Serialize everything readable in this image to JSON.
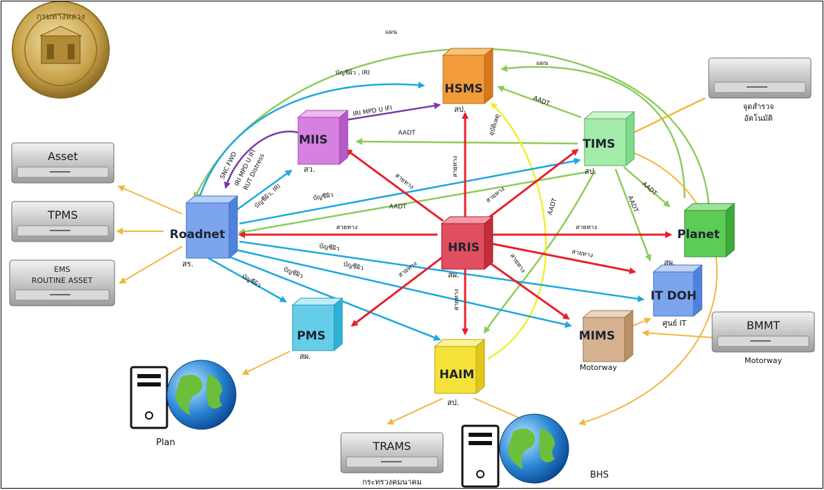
{
  "logo": {
    "text": "กรมทางหลวง"
  },
  "systems": {
    "hsms": {
      "name": "HSMS",
      "sub": "สป."
    },
    "miis": {
      "name": "MIIS",
      "sub": "สว."
    },
    "tims": {
      "name": "TIMS",
      "sub": "สป."
    },
    "roadnet": {
      "name": "Roadnet",
      "sub": "สร."
    },
    "hris": {
      "name": "HRIS",
      "sub": "สผ."
    },
    "planet": {
      "name": "Planet",
      "sub": "สผ."
    },
    "itdoh": {
      "name": "IT DOH",
      "sub": "ศูนย์ IT"
    },
    "pms": {
      "name": "PMS",
      "sub": "สผ."
    },
    "mims": {
      "name": "MIMS",
      "sub": "Motorway"
    },
    "haim": {
      "name": "HAIM",
      "sub": "สป."
    }
  },
  "servers": {
    "asset": {
      "name": "Asset"
    },
    "tpms": {
      "name": "TPMS"
    },
    "ems": {
      "line1": "EMS",
      "line2": "ROUTINE ASSET"
    },
    "trams": {
      "name": "TRAMS",
      "caption": "กระทรวงคมนาคม"
    },
    "bmmt": {
      "name": "BMMT",
      "caption": "Motorway"
    },
    "survey": {
      "line1": "จุดสำรวจ",
      "line2": "อัตโนมัติ"
    }
  },
  "external": {
    "plan": {
      "label": "Plan"
    },
    "bhs": {
      "label": "BHS"
    }
  },
  "edge_labels": {
    "plan_top": "แผน",
    "plan_right": "แผน",
    "account_iri": "บัญชีผิว , IRI",
    "iri_mpd_ifi": "IRI MPD U IFI",
    "aadt_tims_hsms": "AADT",
    "accident": "อุบัติเหตุ",
    "aadt_tims_miis": "AADT",
    "snc_fwd": "SNC FWD",
    "iri_rut_line1": "IRI MPD U IFI",
    "iri_rut_line2": "RUT Distress",
    "account_iri_small": "บัญชีผิว, IRI",
    "route_hris_miis": "สายทาง",
    "route_hris_hsms": "สายทาง",
    "route_hris_tims": "สายทาง",
    "account_road_tims": "บัญชีผิว",
    "aadt_tims_road": "AADT",
    "route_hris_road": "สายทาง",
    "route_hris_planet": "สายทาง",
    "route_hris_itdoh": "สายทาง",
    "aadt_tims_planet": "AADT",
    "aadt_tims_itdoh": "AADT",
    "aadt_tims_haim": "AADT",
    "account_road_itdoh": "บัญชีผิว",
    "account_road_mims": "บัญชีผิว",
    "account_road_haim": "บัญชีผิว",
    "account_road_pms": "บัญชีผิว",
    "route_hris_pms": "สายทาง",
    "route_hris_haim": "สายทาง",
    "route_hris_mims": "สายทาง"
  }
}
